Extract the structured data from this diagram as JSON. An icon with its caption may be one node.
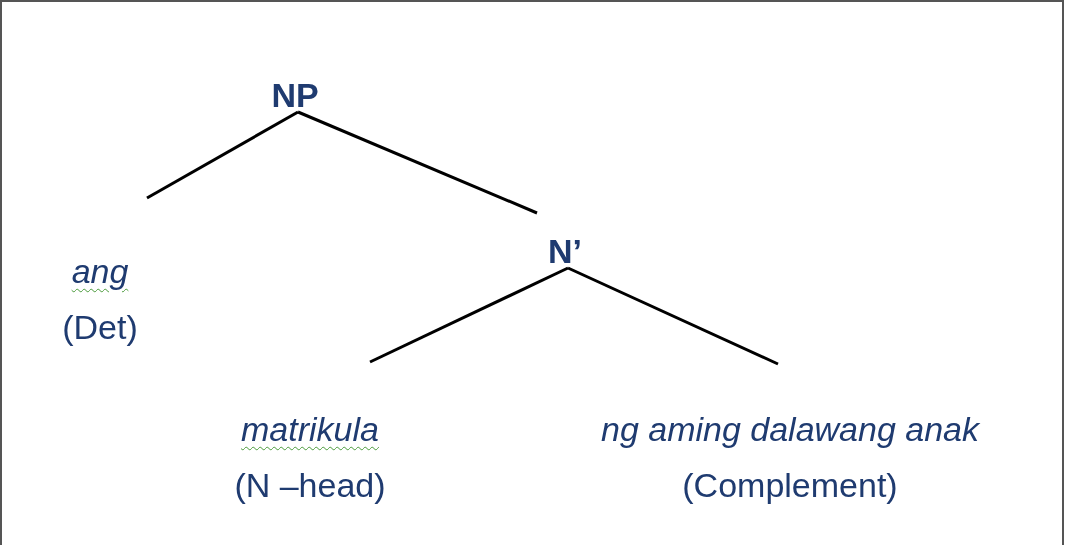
{
  "diagram": {
    "nodes": [
      {
        "text": [
          "NP"
        ]
      },
      {
        "text": [
          "ang",
          "(Det)"
        ]
      },
      {
        "text": [
          "N’"
        ]
      },
      {
        "text": [
          "matrikula",
          "(N –head)"
        ]
      },
      {
        "text": [
          "ng aming dalawang anak",
          "(Complement)"
        ]
      }
    ],
    "edges": [
      {
        "from": 0,
        "to": 1,
        "arrow": "none"
      },
      {
        "from": 0,
        "to": 2,
        "arrow": "none"
      },
      {
        "from": 2,
        "to": 3,
        "arrow": "none"
      },
      {
        "from": 2,
        "to": 4,
        "arrow": "none"
      }
    ]
  }
}
